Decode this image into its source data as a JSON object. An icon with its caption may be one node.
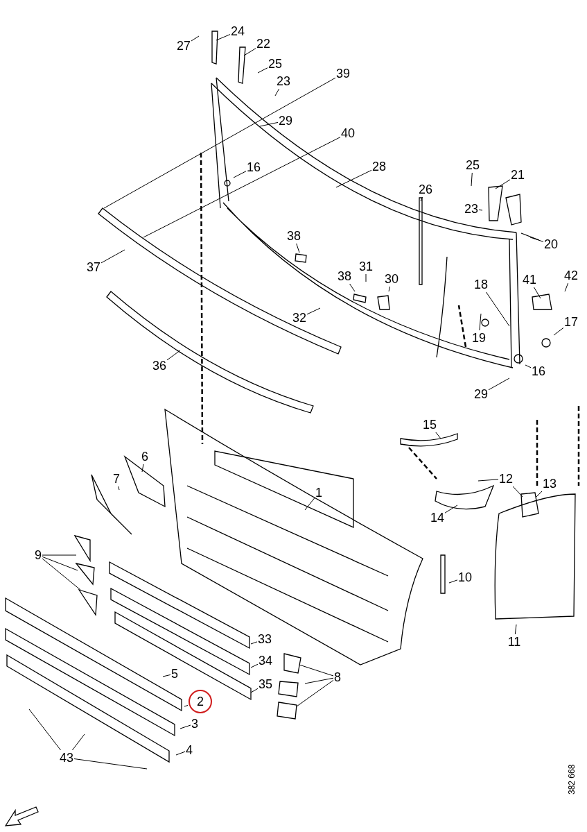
{
  "diagram": {
    "nodes": [
      {
        "text": [
          "27"
        ]
      },
      {
        "text": [
          "24"
        ]
      },
      {
        "text": [
          "22"
        ]
      },
      {
        "text": [
          "25"
        ]
      },
      {
        "text": [
          "23"
        ]
      },
      {
        "text": [
          "39"
        ]
      },
      {
        "text": [
          "29"
        ]
      },
      {
        "text": [
          "40"
        ]
      },
      {
        "text": [
          "16"
        ]
      },
      {
        "text": [
          "28"
        ]
      },
      {
        "text": [
          "25"
        ]
      },
      {
        "text": [
          "21"
        ]
      },
      {
        "text": [
          "23"
        ]
      },
      {
        "text": [
          "26"
        ]
      },
      {
        "text": [
          "20"
        ]
      },
      {
        "text": [
          "37"
        ]
      },
      {
        "text": [
          "38"
        ]
      },
      {
        "text": [
          "31"
        ]
      },
      {
        "text": [
          "30"
        ]
      },
      {
        "text": [
          "38"
        ]
      },
      {
        "text": [
          "18"
        ]
      },
      {
        "text": [
          "41"
        ]
      },
      {
        "text": [
          "42"
        ]
      },
      {
        "text": [
          "17"
        ]
      },
      {
        "text": [
          "32"
        ]
      },
      {
        "text": [
          "19"
        ]
      },
      {
        "text": [
          "16"
        ]
      },
      {
        "text": [
          "36"
        ]
      },
      {
        "text": [
          "29"
        ]
      },
      {
        "text": [
          "15"
        ]
      },
      {
        "text": [
          "6"
        ]
      },
      {
        "text": [
          "7"
        ]
      },
      {
        "text": [
          "1"
        ]
      },
      {
        "text": [
          "12"
        ]
      },
      {
        "text": [
          "13"
        ]
      },
      {
        "text": [
          "14"
        ]
      },
      {
        "text": [
          "9"
        ]
      },
      {
        "text": [
          "10"
        ]
      },
      {
        "text": [
          "11"
        ]
      },
      {
        "text": [
          "33"
        ]
      },
      {
        "text": [
          "34"
        ]
      },
      {
        "text": [
          "5"
        ]
      },
      {
        "text": [
          "35"
        ]
      },
      {
        "text": [
          "8"
        ]
      },
      {
        "text": [
          "2"
        ]
      },
      {
        "text": [
          "3"
        ]
      },
      {
        "text": [
          "4"
        ]
      },
      {
        "text": [
          "43"
        ]
      }
    ],
    "edges": [
      {
        "from": 0,
        "to": null,
        "arrow": "none"
      },
      {
        "from": 1,
        "to": null,
        "arrow": "none"
      },
      {
        "from": 2,
        "to": null,
        "arrow": "none"
      },
      {
        "from": 3,
        "to": null,
        "arrow": "none"
      },
      {
        "from": 4,
        "to": null,
        "arrow": "none"
      },
      {
        "from": 5,
        "to": null,
        "arrow": "none"
      },
      {
        "from": 6,
        "to": null,
        "arrow": "none"
      },
      {
        "from": 7,
        "to": null,
        "arrow": "none"
      },
      {
        "from": 8,
        "to": null,
        "arrow": "none"
      },
      {
        "from": 9,
        "to": null,
        "arrow": "none"
      },
      {
        "from": 10,
        "to": null,
        "arrow": "none"
      },
      {
        "from": 11,
        "to": null,
        "arrow": "none"
      },
      {
        "from": 12,
        "to": null,
        "arrow": "none"
      },
      {
        "from": 13,
        "to": null,
        "arrow": "none"
      },
      {
        "from": 14,
        "to": null,
        "arrow": "none"
      },
      {
        "from": 15,
        "to": null,
        "arrow": "none"
      },
      {
        "from": 16,
        "to": null,
        "arrow": "none"
      },
      {
        "from": 17,
        "to": null,
        "arrow": "none"
      },
      {
        "from": 18,
        "to": null,
        "arrow": "none"
      },
      {
        "from": 19,
        "to": null,
        "arrow": "none"
      },
      {
        "from": 20,
        "to": null,
        "arrow": "none"
      },
      {
        "from": 21,
        "to": null,
        "arrow": "none"
      },
      {
        "from": 22,
        "to": null,
        "arrow": "none"
      },
      {
        "from": 23,
        "to": null,
        "arrow": "none"
      },
      {
        "from": 24,
        "to": null,
        "arrow": "none"
      },
      {
        "from": 25,
        "to": null,
        "arrow": "none"
      },
      {
        "from": 26,
        "to": null,
        "arrow": "none"
      },
      {
        "from": 27,
        "to": null,
        "arrow": "none"
      },
      {
        "from": 28,
        "to": null,
        "arrow": "none"
      },
      {
        "from": 29,
        "to": null,
        "arrow": "none"
      },
      {
        "from": 30,
        "to": null,
        "arrow": "none"
      },
      {
        "from": 31,
        "to": null,
        "arrow": "none"
      },
      {
        "from": 32,
        "to": null,
        "arrow": "none"
      },
      {
        "from": 33,
        "to": null,
        "arrow": "none"
      },
      {
        "from": 33,
        "to": null,
        "arrow": "none"
      },
      {
        "from": 34,
        "to": null,
        "arrow": "none"
      },
      {
        "from": 35,
        "to": null,
        "arrow": "none"
      },
      {
        "from": 36,
        "to": null,
        "arrow": "none"
      },
      {
        "from": 36,
        "to": null,
        "arrow": "none"
      },
      {
        "from": 36,
        "to": null,
        "arrow": "none"
      },
      {
        "from": 37,
        "to": null,
        "arrow": "none"
      },
      {
        "from": 38,
        "to": null,
        "arrow": "none"
      },
      {
        "from": 39,
        "to": null,
        "arrow": "none"
      },
      {
        "from": 40,
        "to": null,
        "arrow": "none"
      },
      {
        "from": 41,
        "to": null,
        "arrow": "none"
      },
      {
        "from": 42,
        "to": null,
        "arrow": "none"
      },
      {
        "from": 43,
        "to": null,
        "arrow": "none"
      },
      {
        "from": 43,
        "to": null,
        "arrow": "none"
      },
      {
        "from": 43,
        "to": null,
        "arrow": "none"
      },
      {
        "from": 44,
        "to": null,
        "arrow": "none"
      },
      {
        "from": 45,
        "to": null,
        "arrow": "none"
      },
      {
        "from": 46,
        "to": null,
        "arrow": "none"
      },
      {
        "from": 47,
        "to": null,
        "arrow": "none"
      },
      {
        "from": 47,
        "to": null,
        "arrow": "none"
      },
      {
        "from": 47,
        "to": null,
        "arrow": "none"
      }
    ],
    "labels": [
      "382 668"
    ]
  }
}
